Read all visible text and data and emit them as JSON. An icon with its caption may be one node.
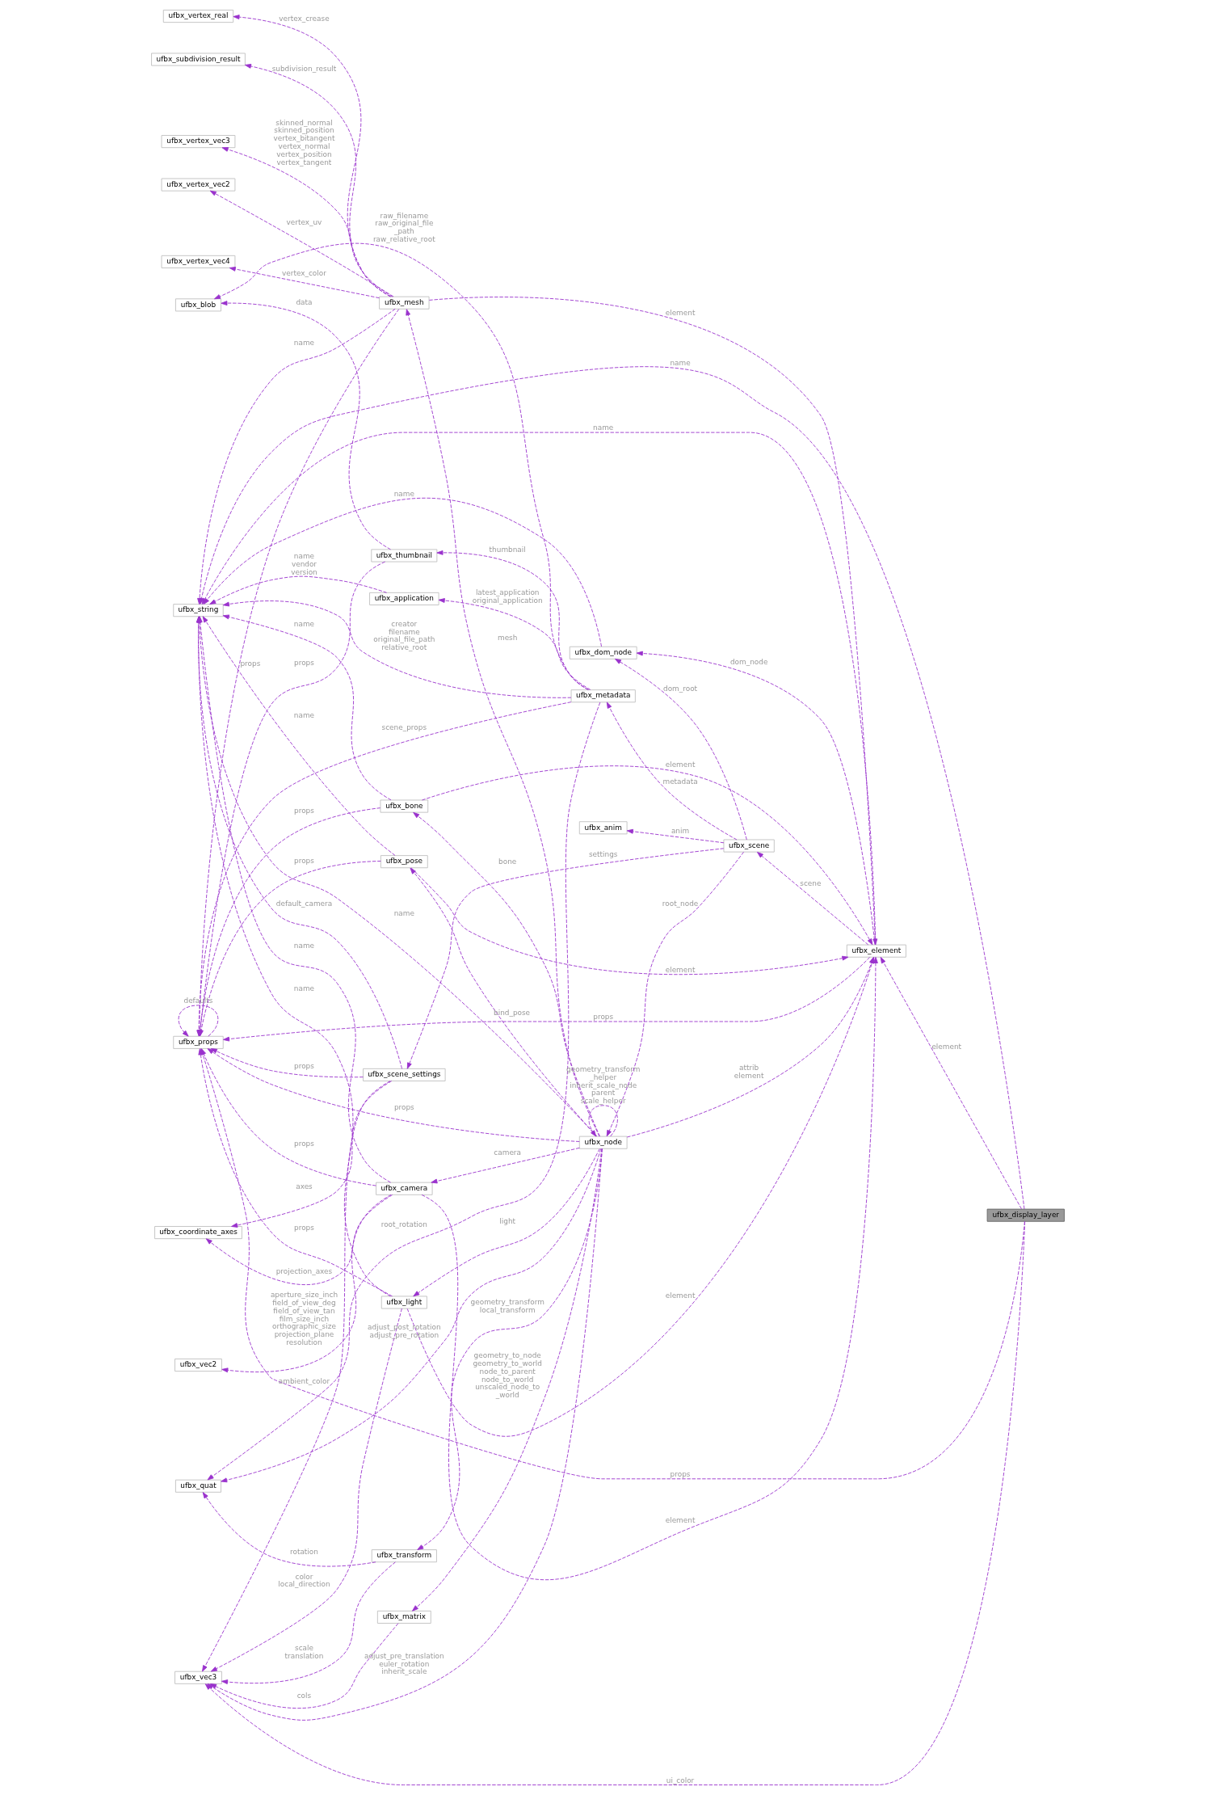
{
  "diagram": {
    "nodes": [
      {
        "text": [
          "ufbx_display_layer"
        ]
      },
      {
        "text": [
          "ufbx_string"
        ]
      },
      {
        "text": [
          "ufbx_application"
        ]
      },
      {
        "text": [
          "ufbx_blob"
        ]
      },
      {
        "text": [
          "ufbx_thumbnail"
        ]
      },
      {
        "text": [
          "ufbx_props"
        ]
      },
      {
        "text": [
          "ufbx_dom_node"
        ]
      },
      {
        "text": [
          "ufbx_quat"
        ]
      },
      {
        "text": [
          "ufbx_vec3"
        ]
      },
      {
        "text": [
          "ufbx_element"
        ]
      },
      {
        "text": [
          "ufbx_matrix"
        ]
      },
      {
        "text": [
          "ufbx_transform"
        ]
      },
      {
        "text": [
          "ufbx_light"
        ]
      },
      {
        "text": [
          "ufbx_bone"
        ]
      },
      {
        "text": [
          "ufbx_pose"
        ]
      },
      {
        "text": [
          "ufbx_vec2"
        ]
      },
      {
        "text": [
          "ufbx_camera"
        ]
      },
      {
        "text": [
          "ufbx_vertex_real"
        ]
      },
      {
        "text": [
          "ufbx_coordinate_axes"
        ]
      },
      {
        "text": [
          "ufbx_subdivision_result"
        ]
      },
      {
        "text": [
          "ufbx_vertex_vec3"
        ]
      },
      {
        "text": [
          "ufbx_vertex_vec2"
        ]
      },
      {
        "text": [
          "ufbx_vertex_vec4"
        ]
      },
      {
        "text": [
          "ufbx_mesh"
        ]
      },
      {
        "text": [
          "ufbx_scene_settings"
        ]
      },
      {
        "text": [
          "ufbx_metadata"
        ]
      },
      {
        "text": [
          "ufbx_node"
        ]
      },
      {
        "text": [
          "ufbx_scene"
        ]
      },
      {
        "text": [
          "ufbx_anim"
        ]
      }
    ],
    "edges": [
      {
        "from": 2,
        "to": 1,
        "arrow": "to",
        "label": "name vendor version"
      },
      {
        "from": 25,
        "to": 2,
        "arrow": "to",
        "label": "latest_application original_application"
      },
      {
        "from": 25,
        "to": 1,
        "arrow": "to",
        "label": "creator filename original_file_path relative_root"
      },
      {
        "from": 25,
        "to": 3,
        "arrow": "to",
        "label": "raw_filename raw_original_file _path raw_relative_root"
      },
      {
        "from": 4,
        "to": 3,
        "arrow": "to",
        "label": "data"
      },
      {
        "from": 25,
        "to": 4,
        "arrow": "to",
        "label": "thumbnail"
      },
      {
        "from": 4,
        "to": 5,
        "arrow": "to",
        "label": "props"
      },
      {
        "from": 25,
        "to": 5,
        "arrow": "to",
        "label": "scene_props"
      },
      {
        "from": 27,
        "to": 6,
        "arrow": "to",
        "label": "dom_root"
      },
      {
        "from": 6,
        "to": 1,
        "arrow": "to",
        "label": "name"
      },
      {
        "from": 0,
        "to": 1,
        "arrow": "to",
        "label": "name"
      },
      {
        "from": 9,
        "to": 6,
        "arrow": "to",
        "label": "dom_node"
      },
      {
        "from": 25,
        "to": 7,
        "arrow": "to",
        "label": "root_rotation"
      },
      {
        "from": 26,
        "to": 1,
        "arrow": "to",
        "label": "name"
      },
      {
        "from": 26,
        "to": 7,
        "arrow": "to",
        "label": "adjust_post_rotation adjust_pre_rotation"
      },
      {
        "from": 11,
        "to": 7,
        "arrow": "to",
        "label": "rotation"
      },
      {
        "from": 0,
        "to": 5,
        "arrow": "to",
        "label": "props"
      },
      {
        "from": 0,
        "to": 8,
        "arrow": "to",
        "label": "ui_color"
      },
      {
        "from": 9,
        "to": 27,
        "arrow": "to",
        "label": "scene"
      },
      {
        "from": 10,
        "to": 8,
        "arrow": "to",
        "label": "cols"
      },
      {
        "from": 11,
        "to": 8,
        "arrow": "to",
        "label": "scale translation"
      },
      {
        "from": 0,
        "to": 9,
        "arrow": "to",
        "label": "element"
      },
      {
        "from": 26,
        "to": 10,
        "arrow": "to",
        "label": "geometry_to_node geometry_to_world node_to_parent node_to_world unscaled_node_to _world"
      },
      {
        "from": 26,
        "to": 11,
        "arrow": "to",
        "label": "geometry_transform local_transform"
      },
      {
        "from": 26,
        "to": 26,
        "arrow": "to",
        "label": "geometry_transform _helper inherit_scale_node parent scale_helper"
      },
      {
        "from": 27,
        "to": 25,
        "arrow": "to",
        "label": "metadata"
      },
      {
        "from": 27,
        "to": 26,
        "arrow": "to",
        "label": "root_node"
      },
      {
        "from": 26,
        "to": 8,
        "arrow": "to",
        "label": "adjust_pre_translation euler_rotation inherit_scale"
      },
      {
        "from": 26,
        "to": 9,
        "arrow": "to",
        "label": "attrib element"
      },
      {
        "from": 12,
        "to": 8,
        "arrow": "to",
        "label": "color local_direction"
      },
      {
        "from": 9,
        "to": 1,
        "arrow": "to",
        "label": "name"
      },
      {
        "from": 9,
        "to": 5,
        "arrow": "to",
        "label": "props"
      },
      {
        "from": 12,
        "to": 9,
        "arrow": "to",
        "label": "element"
      },
      {
        "from": 12,
        "to": 1,
        "arrow": "to",
        "label": "name"
      },
      {
        "from": 26,
        "to": 12,
        "arrow": "to",
        "label": "light"
      },
      {
        "from": 13,
        "to": 9,
        "arrow": "to",
        "label": "element"
      },
      {
        "from": 26,
        "to": 13,
        "arrow": "to",
        "label": "bone"
      },
      {
        "from": 12,
        "to": 5,
        "arrow": "to",
        "label": "props"
      },
      {
        "from": 5,
        "to": 5,
        "arrow": "to",
        "label": "defaults"
      },
      {
        "from": 13,
        "to": 5,
        "arrow": "to",
        "label": "props"
      },
      {
        "from": 14,
        "to": 9,
        "arrow": "to",
        "label": "element"
      },
      {
        "from": 26,
        "to": 14,
        "arrow": "to",
        "label": "bind_pose"
      },
      {
        "from": 24,
        "to": 8,
        "arrow": "to",
        "label": "ambient_color"
      },
      {
        "from": 13,
        "to": 1,
        "arrow": "to",
        "label": "name"
      },
      {
        "from": 14,
        "to": 5,
        "arrow": "to",
        "label": "props"
      },
      {
        "from": 26,
        "to": 16,
        "arrow": "to",
        "label": "camera"
      },
      {
        "from": 14,
        "to": 1,
        "arrow": "to",
        "label": "name"
      },
      {
        "from": 16,
        "to": 9,
        "arrow": "to",
        "label": "element"
      },
      {
        "from": 16,
        "to": 5,
        "arrow": "to",
        "label": "props"
      },
      {
        "from": 16,
        "to": 1,
        "arrow": "to",
        "label": "name"
      },
      {
        "from": 27,
        "to": 24,
        "arrow": "to",
        "label": "settings"
      },
      {
        "from": 16,
        "to": 15,
        "arrow": "to",
        "label": "aperture_size_inch field_of_view_deg field_of_view_tan film_size_inch orthographic_size projection_plane resolution"
      },
      {
        "from": 26,
        "to": 5,
        "arrow": "to",
        "label": "props"
      },
      {
        "from": 23,
        "to": 9,
        "arrow": "to",
        "label": "element"
      },
      {
        "from": 23,
        "to": 5,
        "arrow": "to",
        "label": "props"
      },
      {
        "from": 16,
        "to": 18,
        "arrow": "to",
        "label": "projection_axes"
      },
      {
        "from": 26,
        "to": 23,
        "arrow": "to",
        "label": "mesh"
      },
      {
        "from": 27,
        "to": 28,
        "arrow": "to",
        "label": "anim"
      },
      {
        "from": 23,
        "to": 17,
        "arrow": "to",
        "label": "vertex_crease"
      },
      {
        "from": 23,
        "to": 19,
        "arrow": "to",
        "label": "subdivision_result"
      },
      {
        "from": 23,
        "to": 20,
        "arrow": "to",
        "label": "skinned_normal skinned_position vertex_bitangent vertex_normal vertex_position vertex_tangent"
      },
      {
        "from": 24,
        "to": 18,
        "arrow": "to",
        "label": "axes"
      },
      {
        "from": 23,
        "to": 21,
        "arrow": "to",
        "label": "vertex_uv"
      },
      {
        "from": 23,
        "to": 22,
        "arrow": "to",
        "label": "vertex_color"
      },
      {
        "from": 23,
        "to": 1,
        "arrow": "to",
        "label": "name"
      },
      {
        "from": 24,
        "to": 5,
        "arrow": "to",
        "label": "props"
      },
      {
        "from": 24,
        "to": 1,
        "arrow": "to",
        "label": "default_camera"
      }
    ]
  }
}
